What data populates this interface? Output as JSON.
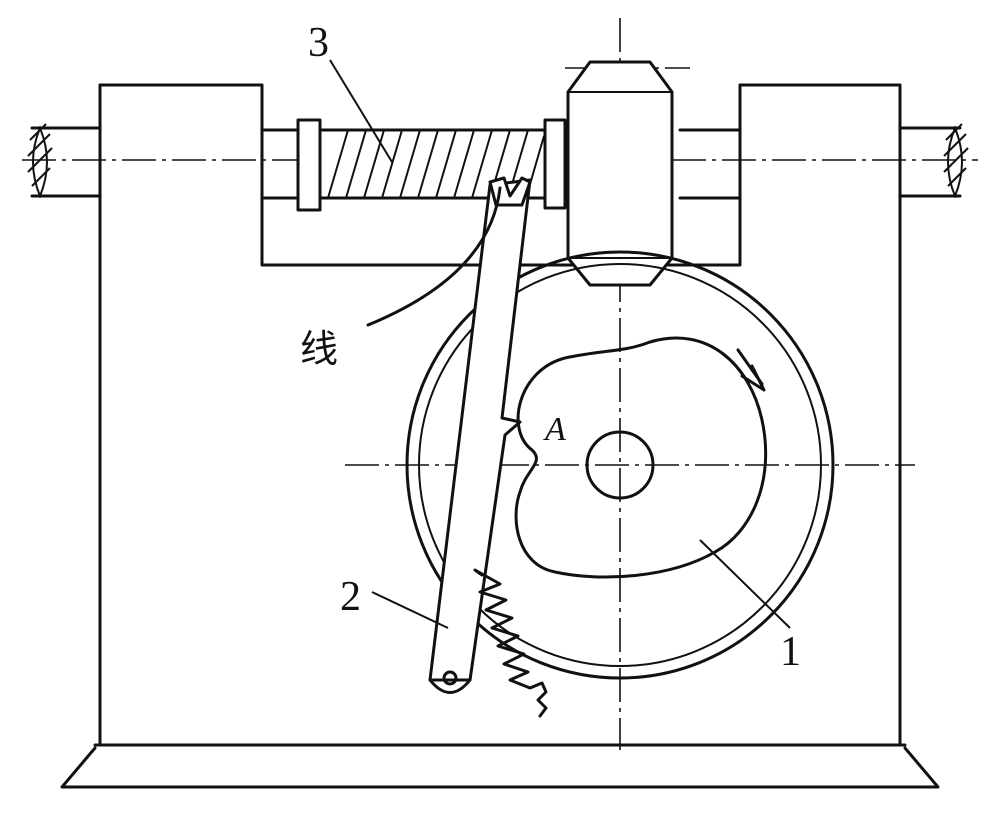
{
  "labels": {
    "part_1": "1",
    "part_2": "2",
    "part_3": "3",
    "point_a": "A",
    "thread": "线"
  }
}
